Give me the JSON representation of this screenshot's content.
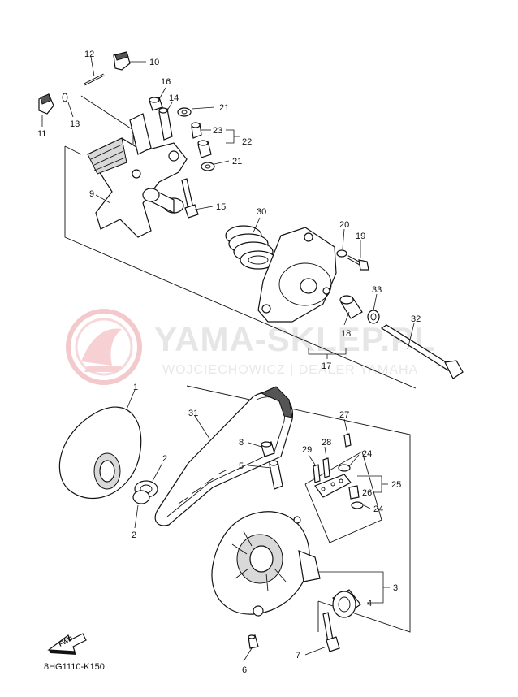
{
  "diagram": {
    "code": "8HG1110-K150",
    "fwd_label": "FWD",
    "watermark": {
      "title": "YAMA-SKLEP.PL",
      "subtitle": "WOJCIECHOWICZ | DEALER YAMAHA"
    },
    "parts": [
      {
        "id": "p1",
        "label": "1"
      },
      {
        "id": "p2a",
        "label": "2"
      },
      {
        "id": "p2b",
        "label": "2"
      },
      {
        "id": "p3",
        "label": "3"
      },
      {
        "id": "p4",
        "label": "4"
      },
      {
        "id": "p5",
        "label": "5"
      },
      {
        "id": "p6",
        "label": "6"
      },
      {
        "id": "p7",
        "label": "7"
      },
      {
        "id": "p8",
        "label": "8"
      },
      {
        "id": "p9",
        "label": "9"
      },
      {
        "id": "p10",
        "label": "10"
      },
      {
        "id": "p11",
        "label": "11"
      },
      {
        "id": "p12",
        "label": "12"
      },
      {
        "id": "p13",
        "label": "13"
      },
      {
        "id": "p14",
        "label": "14"
      },
      {
        "id": "p15",
        "label": "15"
      },
      {
        "id": "p16",
        "label": "16"
      },
      {
        "id": "p17",
        "label": "17"
      },
      {
        "id": "p18",
        "label": "18"
      },
      {
        "id": "p19",
        "label": "19"
      },
      {
        "id": "p20",
        "label": "20"
      },
      {
        "id": "p21a",
        "label": "21"
      },
      {
        "id": "p21b",
        "label": "21"
      },
      {
        "id": "p22",
        "label": "22"
      },
      {
        "id": "p23",
        "label": "23"
      },
      {
        "id": "p24a",
        "label": "24"
      },
      {
        "id": "p24b",
        "label": "24"
      },
      {
        "id": "p25",
        "label": "25"
      },
      {
        "id": "p26",
        "label": "26"
      },
      {
        "id": "p27",
        "label": "27"
      },
      {
        "id": "p28",
        "label": "28"
      },
      {
        "id": "p29",
        "label": "29"
      },
      {
        "id": "p30",
        "label": "30"
      },
      {
        "id": "p31",
        "label": "31"
      },
      {
        "id": "p32",
        "label": "32"
      },
      {
        "id": "p33",
        "label": "33"
      }
    ]
  }
}
